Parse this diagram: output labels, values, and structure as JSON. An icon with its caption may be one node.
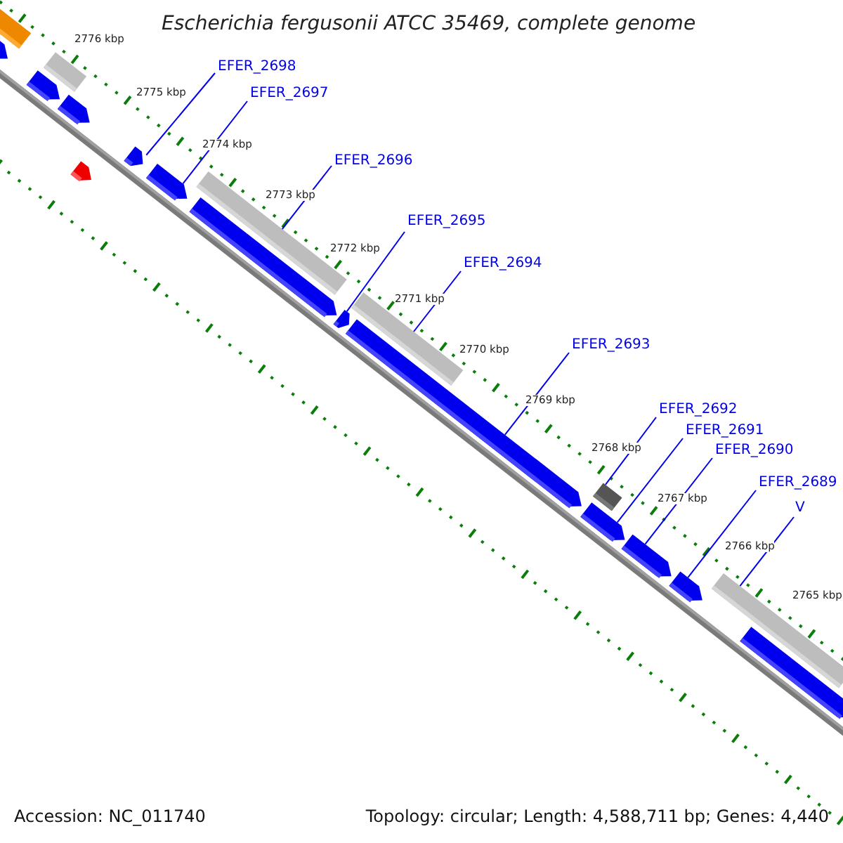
{
  "diagram": {
    "title": "Escherichia fergusonii ATCC 35469, complete genome",
    "nodes": [
      {
        "text": [
          "EFER_2698"
        ]
      },
      {
        "text": [
          "EFER_2697"
        ]
      },
      {
        "text": [
          "EFER_2696"
        ]
      },
      {
        "text": [
          "EFER_2695"
        ]
      },
      {
        "text": [
          "EFER_2694"
        ]
      },
      {
        "text": [
          "EFER_2693"
        ]
      },
      {
        "text": [
          "EFER_2692"
        ]
      },
      {
        "text": [
          "EFER_2691"
        ]
      },
      {
        "text": [
          "EFER_2690"
        ]
      },
      {
        "text": [
          "EFER_2689"
        ]
      },
      {
        "text": [
          "V"
        ]
      },
      {
        "text": [],
        "shape": "arrow"
      },
      {
        "text": [],
        "shape": "arrow"
      },
      {
        "text": [],
        "shape": "box"
      },
      {
        "text": [],
        "shape": "arrow"
      },
      {
        "text": [],
        "shape": "box"
      },
      {
        "text": [],
        "shape": "arrow"
      },
      {
        "text": [],
        "shape": "box"
      },
      {
        "text": [],
        "shape": "arrow"
      },
      {
        "text": [],
        "shape": "arrow"
      },
      {
        "text": [],
        "shape": "arrow"
      },
      {
        "text": [],
        "shape": "box"
      },
      {
        "text": [],
        "shape": "box"
      },
      {
        "text": [],
        "shape": "arrow"
      },
      {
        "text": [],
        "shape": "box"
      },
      {
        "text": [],
        "shape": "arrow"
      },
      {
        "text": [],
        "shape": "arrow"
      },
      {
        "text": [],
        "shape": "arrow"
      },
      {
        "text": [],
        "shape": "arrow"
      },
      {
        "text": [],
        "shape": "arrow"
      }
    ],
    "edges": [
      {
        "from": 0,
        "to": 11,
        "arrow": "none"
      },
      {
        "from": 1,
        "to": 12,
        "arrow": "none"
      },
      {
        "from": 2,
        "to": 13,
        "arrow": "none"
      },
      {
        "from": 3,
        "to": 14,
        "arrow": "none"
      },
      {
        "from": 4,
        "to": 15,
        "arrow": "none"
      },
      {
        "from": 5,
        "to": 16,
        "arrow": "none"
      },
      {
        "from": 6,
        "to": 17,
        "arrow": "none"
      },
      {
        "from": 7,
        "to": 18,
        "arrow": "none"
      },
      {
        "from": 8,
        "to": 19,
        "arrow": "none"
      },
      {
        "from": 9,
        "to": 20,
        "arrow": "none"
      },
      {
        "from": 10,
        "to": 21,
        "arrow": "none"
      }
    ],
    "labels": [
      "2776 kbp",
      "2775 kbp",
      "2774 kbp",
      "2773 kbp",
      "2772 kbp",
      "2771 kbp",
      "2770 kbp",
      "2769 kbp",
      "2768 kbp",
      "2767 kbp",
      "2766 kbp",
      "2765 kbp",
      "Accession: NC_011740",
      "Topology: circular; Length: 4,588,711 bp; Genes: 4,440"
    ]
  }
}
